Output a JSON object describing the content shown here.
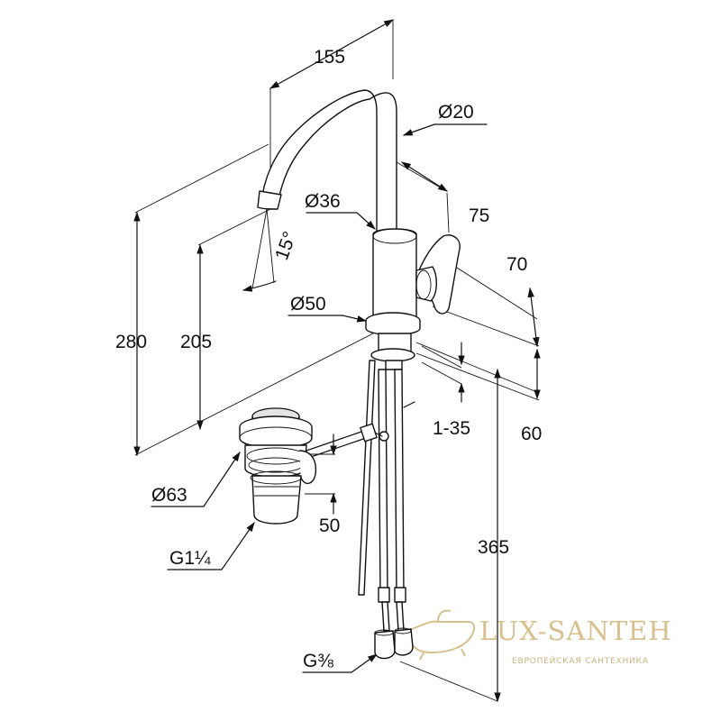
{
  "dimensions": {
    "spout_reach": "155",
    "spout_diameter": "Ø20",
    "lever_offset": "75",
    "body_diameter": "Ø36",
    "spout_angle": "15°",
    "lever_height": "70",
    "total_height": "280",
    "spout_height": "205",
    "flange_diameter": "Ø50",
    "deck_thickness": "1-35",
    "base_depth": "60",
    "waste_diameter": "Ø63",
    "waste_stroke": "50",
    "waste_thread": "G1¼",
    "hose_length": "365",
    "hose_thread": "G⅜"
  },
  "watermark": {
    "brand": "LUX-SANTEH",
    "tagline": "ЕВРОПЕЙСКАЯ САНТЕХНИКА",
    "accent_color": "#d7c08e"
  }
}
